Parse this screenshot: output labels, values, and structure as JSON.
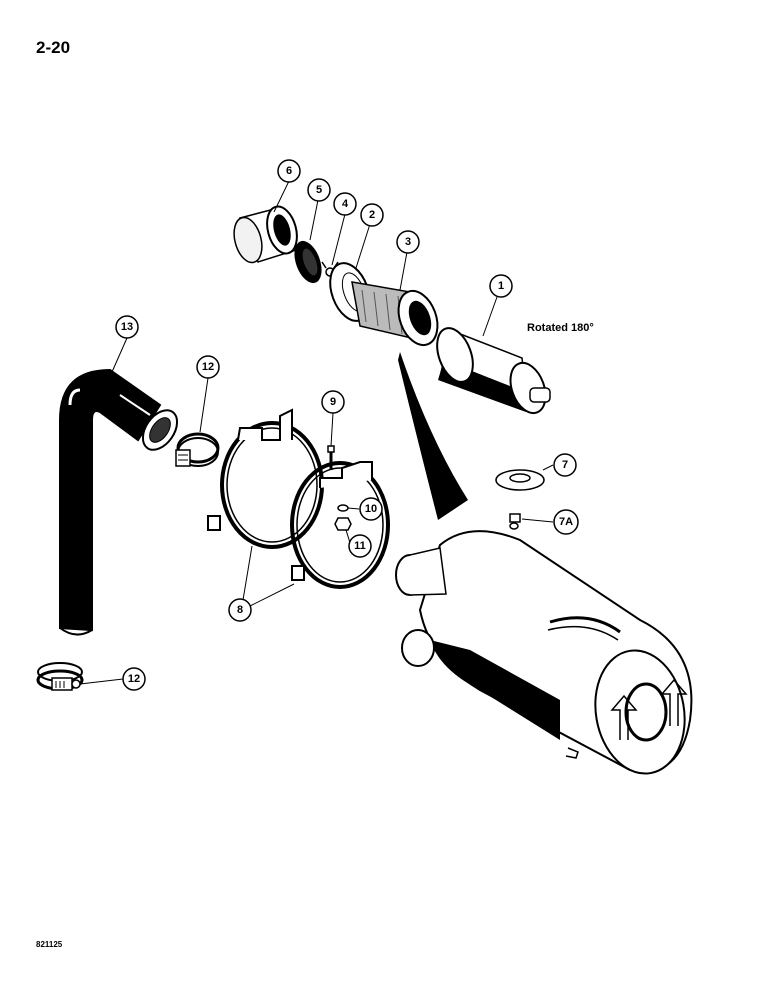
{
  "page": {
    "number": "2-20",
    "drawing_code": "821125"
  },
  "note": "Rotated 180°",
  "callouts": {
    "c1": "1",
    "c2": "2",
    "c3": "3",
    "c4": "4",
    "c5": "5",
    "c6": "6",
    "c7": "7",
    "c7a": "7A",
    "c8": "8",
    "c9": "9",
    "c10": "10",
    "c11": "11",
    "c12a": "12",
    "c12b": "12",
    "c13": "13"
  }
}
